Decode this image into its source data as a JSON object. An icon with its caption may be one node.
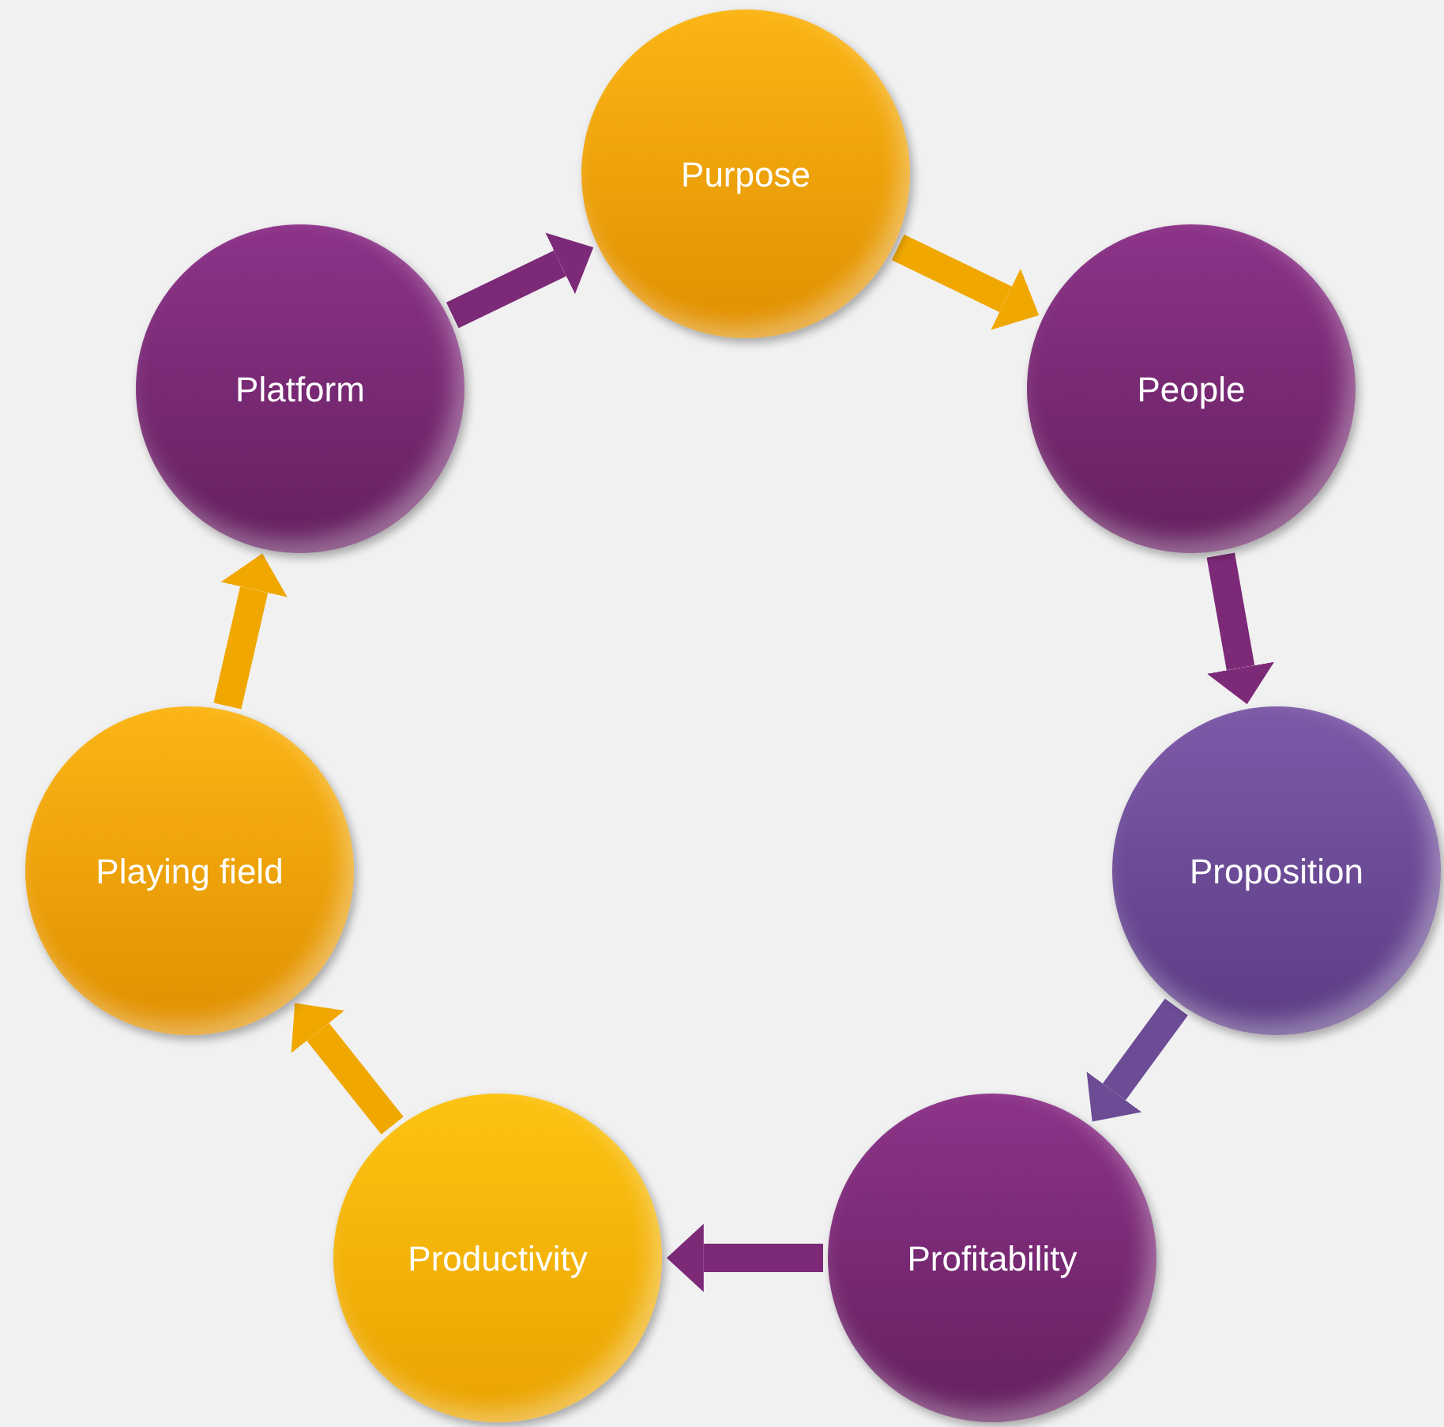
{
  "diagram": {
    "nodes": [
      {
        "text": [
          "Purpose"
        ]
      },
      {
        "text": [
          "People"
        ]
      },
      {
        "text": [
          "Proposition"
        ]
      },
      {
        "text": [
          "Profitability"
        ]
      },
      {
        "text": [
          "Productivity"
        ]
      },
      {
        "text": [
          "Playing field"
        ]
      },
      {
        "text": [
          "Platform"
        ]
      }
    ],
    "edges": [
      {
        "from": 0,
        "to": 1,
        "arrow": "to",
        "color": "#f0a800"
      },
      {
        "from": 1,
        "to": 2,
        "arrow": "to",
        "color": "#7c2a78"
      },
      {
        "from": 2,
        "to": 3,
        "arrow": "to",
        "color": "#6c4c95"
      },
      {
        "from": 3,
        "to": 4,
        "arrow": "to",
        "color": "#7c2a78"
      },
      {
        "from": 4,
        "to": 5,
        "arrow": "to",
        "color": "#f0a800"
      },
      {
        "from": 5,
        "to": 6,
        "arrow": "to",
        "color": "#f0a800"
      },
      {
        "from": 6,
        "to": 0,
        "arrow": "to",
        "color": "#7c2a78"
      }
    ]
  }
}
